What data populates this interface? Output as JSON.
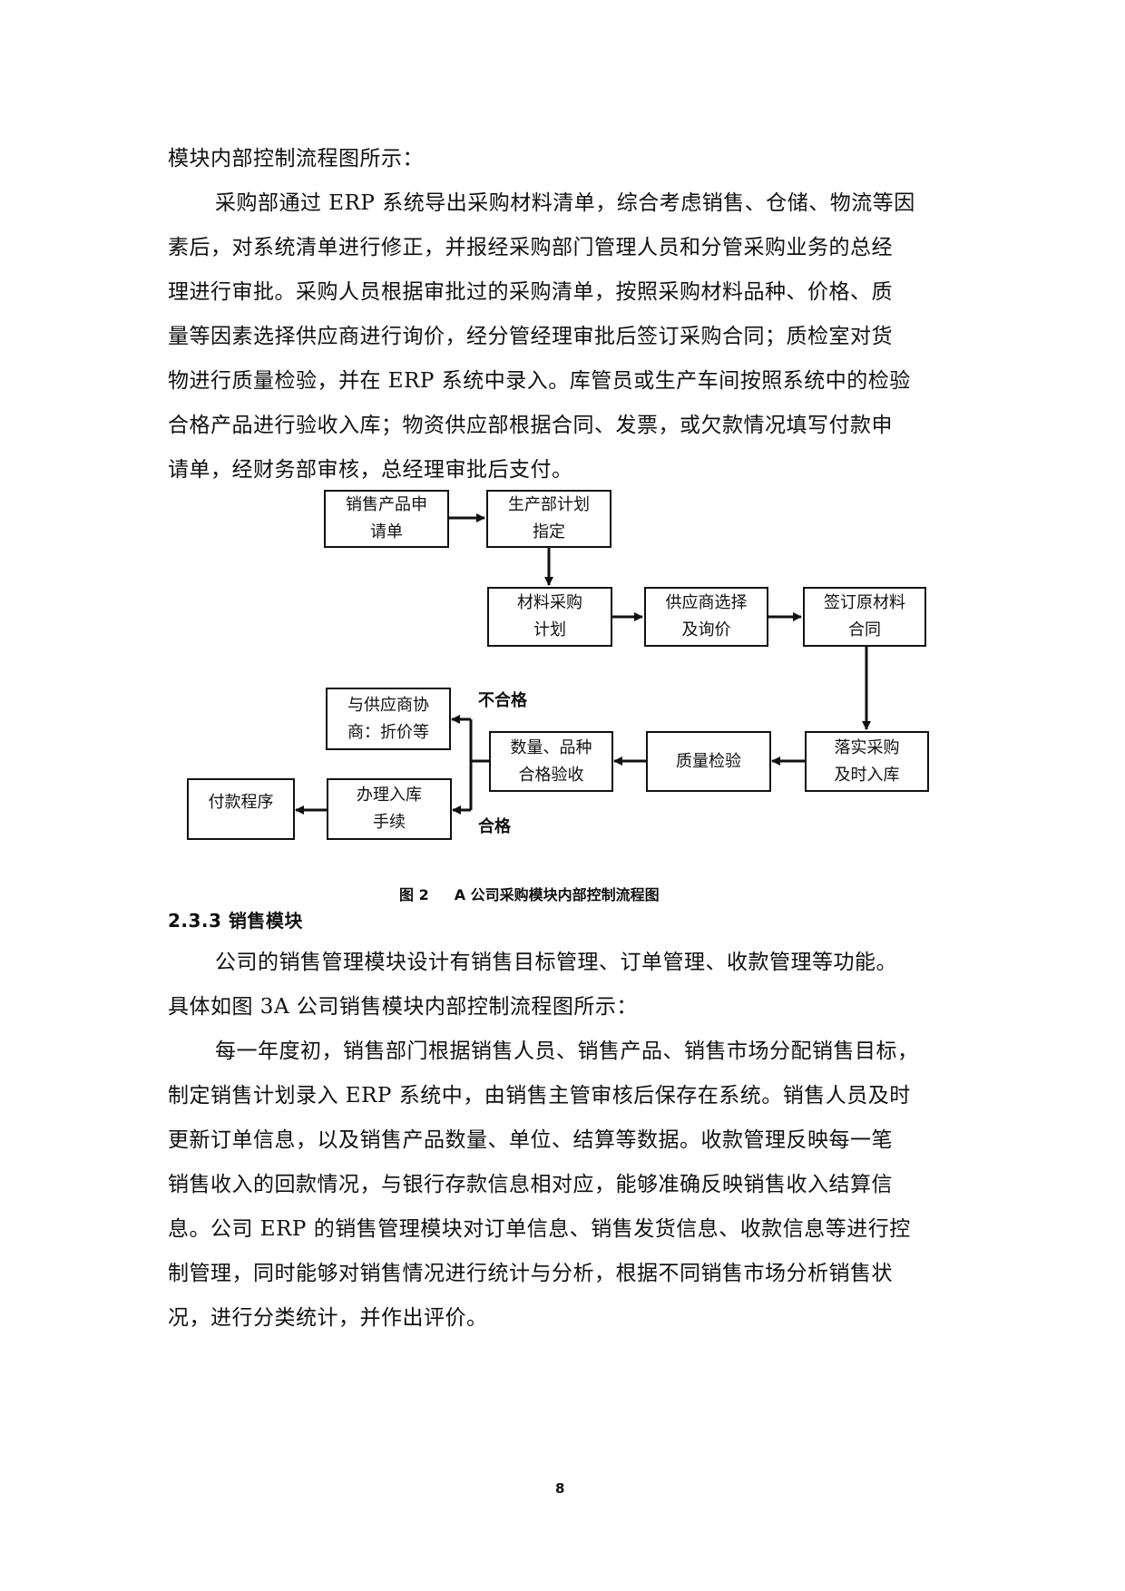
{
  "page": {
    "number": "8"
  },
  "section_intro": {
    "line0": "模块内部控制流程图所示："
  },
  "purchase_paragraph": {
    "lines": [
      "采购部通过 ERP 系统导出采购材料清单，综合考虑销售、仓储、物流等因",
      "素后，对系统清单进行修正，并报经采购部门管理人员和分管采购业务的总经",
      "理进行审批。采购人员根据审批过的采购清单，按照采购材料品种、价格、质",
      "量等因素选择供应商进行询价，经分管经理审批后签订采购合同；质检室对货",
      "物进行质量检验，并在 ERP 系统中录入。库管员或生产车间按照系统中的检验",
      "合格产品进行验收入库；物资供应部根据合同、发票，或欠款情况填写付款申",
      "请单，经财务部审核，总经理审批后支付。"
    ]
  },
  "figure": {
    "caption_number": "图 2",
    "caption_title": "A 公司采购模块内部控制流程图",
    "nodes": {
      "sales_request": [
        "销售产品申",
        "请单"
      ],
      "production_plan": [
        "生产部计划",
        "指定"
      ],
      "material_plan": [
        "材料采购",
        "计划"
      ],
      "supplier_select": [
        "供应商选择",
        "及询价"
      ],
      "sign_contract": [
        "签订原材料",
        "合同"
      ],
      "implement_purchase": [
        "落实采购",
        "及时入库"
      ],
      "quality_check": [
        "质量检验"
      ],
      "acceptance": [
        "数量、品种",
        "合格验收"
      ],
      "negotiate": [
        "与供应商协",
        "商：折价等"
      ],
      "warehouse_entry": [
        "办理入库",
        "手续"
      ],
      "payment": [
        "付款程序"
      ]
    },
    "edge_labels": {
      "fail": "不合格",
      "pass": "合格"
    }
  },
  "sales_section": {
    "heading": "2.3.3 销售模块",
    "lines": [
      "公司的销售管理模块设计有销售目标管理、订单管理、收款管理等功能。",
      "具体如图 3A 公司销售模块内部控制流程图所示：",
      "每一年度初，销售部门根据销售人员、销售产品、销售市场分配销售目标，",
      "制定销售计划录入 ERP 系统中，由销售主管审核后保存在系统。销售人员及时",
      "更新订单信息，以及销售产品数量、单位、结算等数据。收款管理反映每一笔",
      "销售收入的回款情况，与银行存款信息相对应，能够准确反映销售收入结算信",
      "息。公司 ERP 的销售管理模块对订单信息、销售发货信息、收款信息等进行控",
      "制管理，同时能够对销售情况进行统计与分析，根据不同销售市场分析销售状",
      "况，进行分类统计，并作出评价。"
    ]
  }
}
